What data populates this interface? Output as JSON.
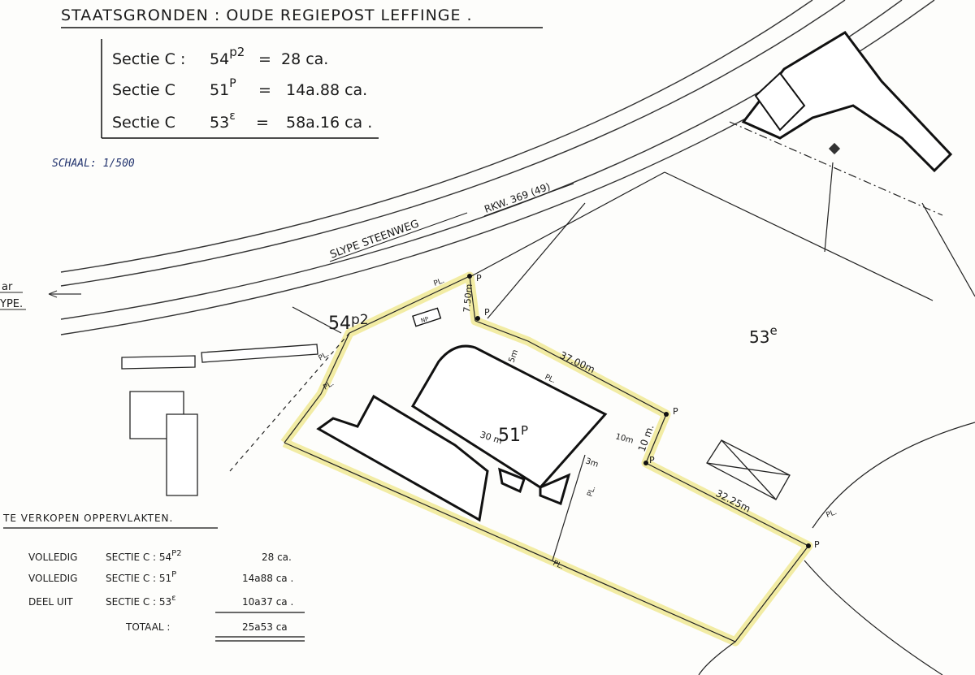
{
  "header": {
    "title": "STAATSGRONDEN : OUDE REGIEPOST LEFFINGE .",
    "rows": [
      {
        "label": "Sectie C :",
        "parcel": "54",
        "sup": "p2",
        "eq": "=",
        "value": "28 ca."
      },
      {
        "label": "Sectie C",
        "parcel": "51",
        "sup": "P",
        "eq": "=",
        "value": "14a.88 ca."
      },
      {
        "label": "Sectie C",
        "parcel": "53",
        "sup": "ε",
        "eq": "=",
        "value": "58a.16 ca ."
      }
    ]
  },
  "scale": "SCHAAL: 1/500",
  "road": {
    "name": "SLYPE STEENWEG",
    "ref": "RKW. 369 (49)",
    "direction_partial_1": "ar",
    "direction_partial_2": "YPE."
  },
  "parcels": {
    "p54": {
      "num": "54",
      "sup": "p2"
    },
    "p51": {
      "num": "51",
      "sup": "P"
    },
    "p53": {
      "num": "53",
      "sup": "e"
    }
  },
  "dimensions": {
    "d750": "7.50m",
    "d5": "5m",
    "d37": "37.00m",
    "d10a": "10m",
    "d10b": "10 m.",
    "d3": "3m",
    "d3225": "32.25m",
    "d30": "30 m"
  },
  "markers": {
    "p": "P",
    "pl": "PL.",
    "np": "NP"
  },
  "sales": {
    "title": "TE VERKOPEN OPPERVLAKTEN.",
    "rows": [
      {
        "label": "VOLLEDIG",
        "section": "SECTIE C : 54",
        "sup": "P2",
        "value": "28 ca."
      },
      {
        "label": "VOLLEDIG",
        "section": "SECTIE C : 51",
        "sup": "P",
        "value": "14a88 ca ."
      },
      {
        "label": "DEEL UIT",
        "section": "SECTIE C : 53",
        "sup": "ε",
        "value": "10a37 ca ."
      }
    ],
    "total_label": "TOTAAL :",
    "total_value": "25a53 ca"
  },
  "colors": {
    "ink": "#1a1a1a",
    "highlight": "#f1ea9a",
    "scale_ink": "#23346e"
  }
}
